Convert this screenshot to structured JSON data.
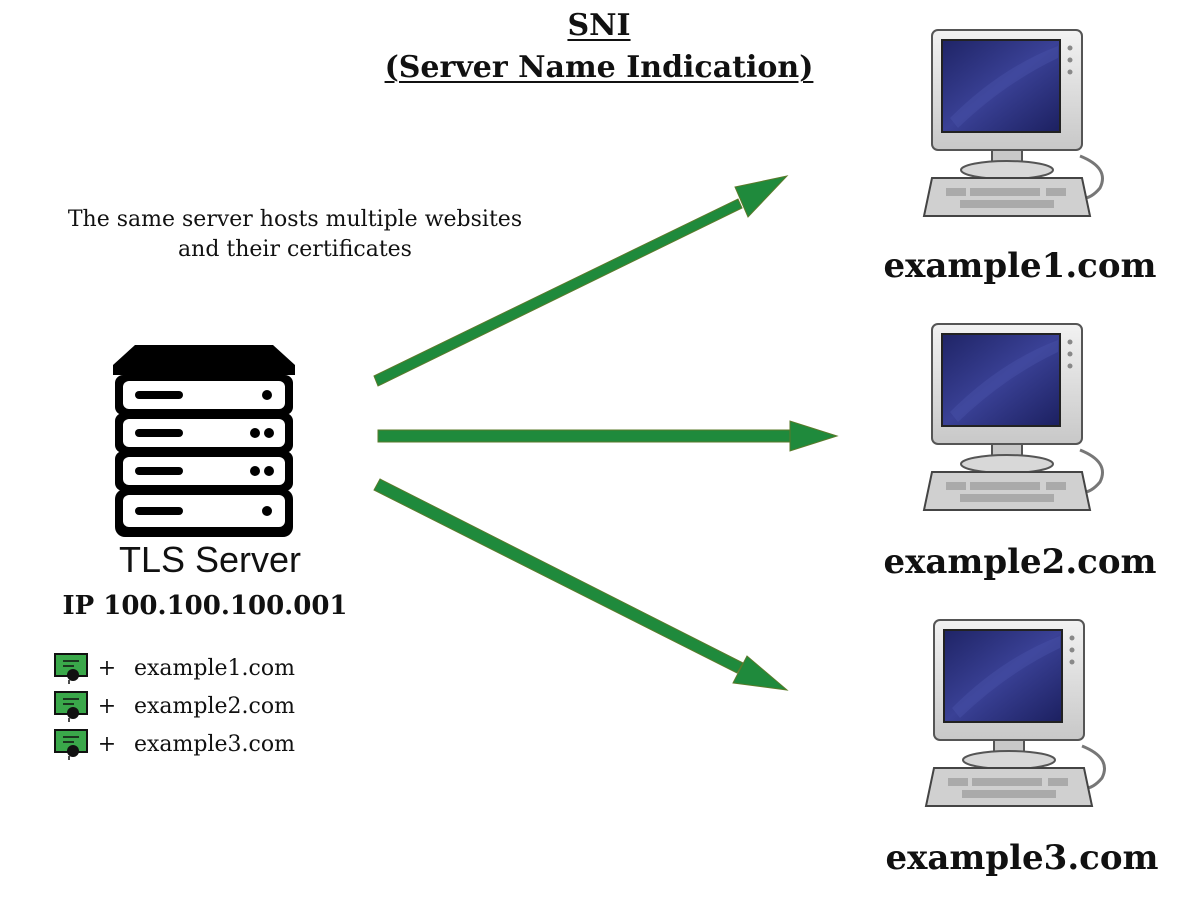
{
  "title": {
    "line1": "SNI",
    "line2": "(Server Name Indication)"
  },
  "description": {
    "line1": "The same server hosts multiple websites",
    "line2": "and their certificates"
  },
  "server": {
    "label": "TLS Server",
    "ip": "IP 100.100.100.001",
    "icon": "server-rack-icon"
  },
  "certificates": [
    {
      "icon": "certificate-icon",
      "plus": "+",
      "domain": "example1.com"
    },
    {
      "icon": "certificate-icon",
      "plus": "+",
      "domain": "example2.com"
    },
    {
      "icon": "certificate-icon",
      "plus": "+",
      "domain": "example3.com"
    }
  ],
  "clients": [
    {
      "icon": "computer-icon",
      "label": "example1.com"
    },
    {
      "icon": "computer-icon",
      "label": "example2.com"
    },
    {
      "icon": "computer-icon",
      "label": "example3.com"
    }
  ],
  "colors": {
    "arrow": "#1f8a3c",
    "certificate": "#3aa84a",
    "server": "#000000",
    "screen": "#2a2f7a"
  }
}
